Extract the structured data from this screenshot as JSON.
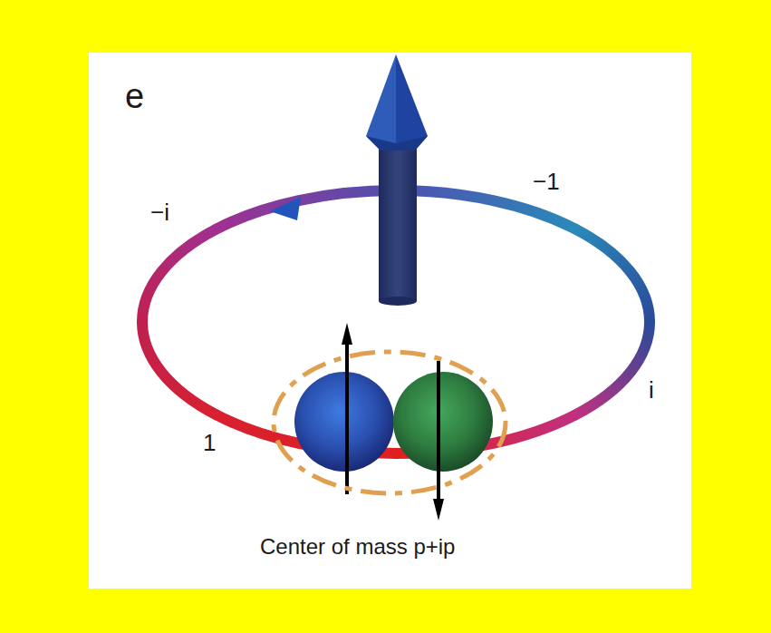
{
  "diagram": {
    "labels": [
      "e",
      "−i",
      "−1",
      "i",
      "1",
      "Center of mass p+ip"
    ]
  }
}
